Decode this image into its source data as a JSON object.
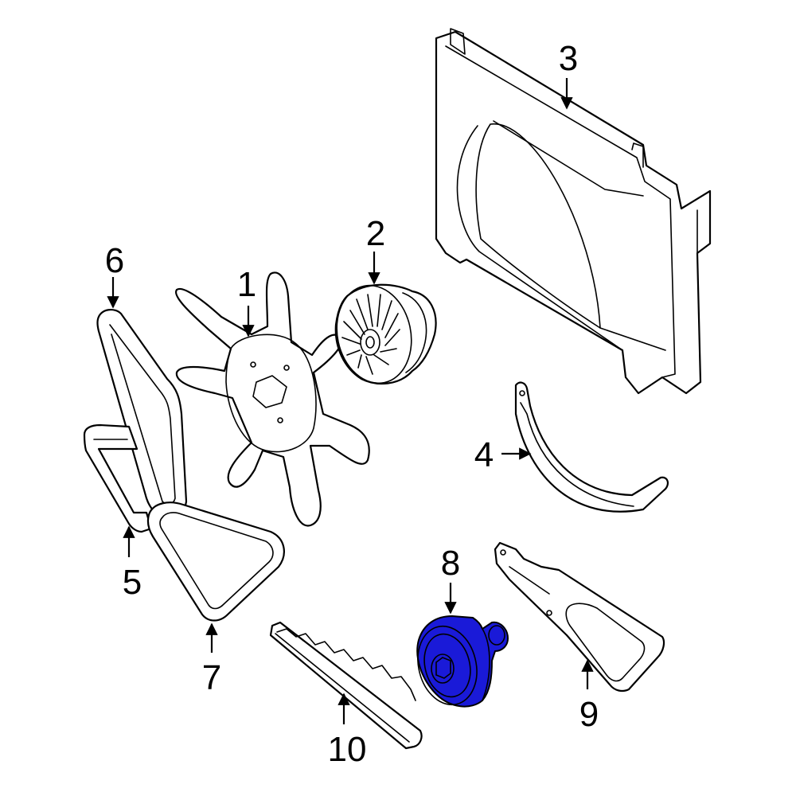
{
  "highlight_color": "#1a1ad8",
  "callouts": [
    {
      "id": "1",
      "label": "1"
    },
    {
      "id": "2",
      "label": "2"
    },
    {
      "id": "3",
      "label": "3"
    },
    {
      "id": "4",
      "label": "4"
    },
    {
      "id": "5",
      "label": "5"
    },
    {
      "id": "6",
      "label": "6"
    },
    {
      "id": "7",
      "label": "7"
    },
    {
      "id": "8",
      "label": "8"
    },
    {
      "id": "9",
      "label": "9"
    },
    {
      "id": "10",
      "label": "10"
    }
  ],
  "highlighted_part": "8"
}
